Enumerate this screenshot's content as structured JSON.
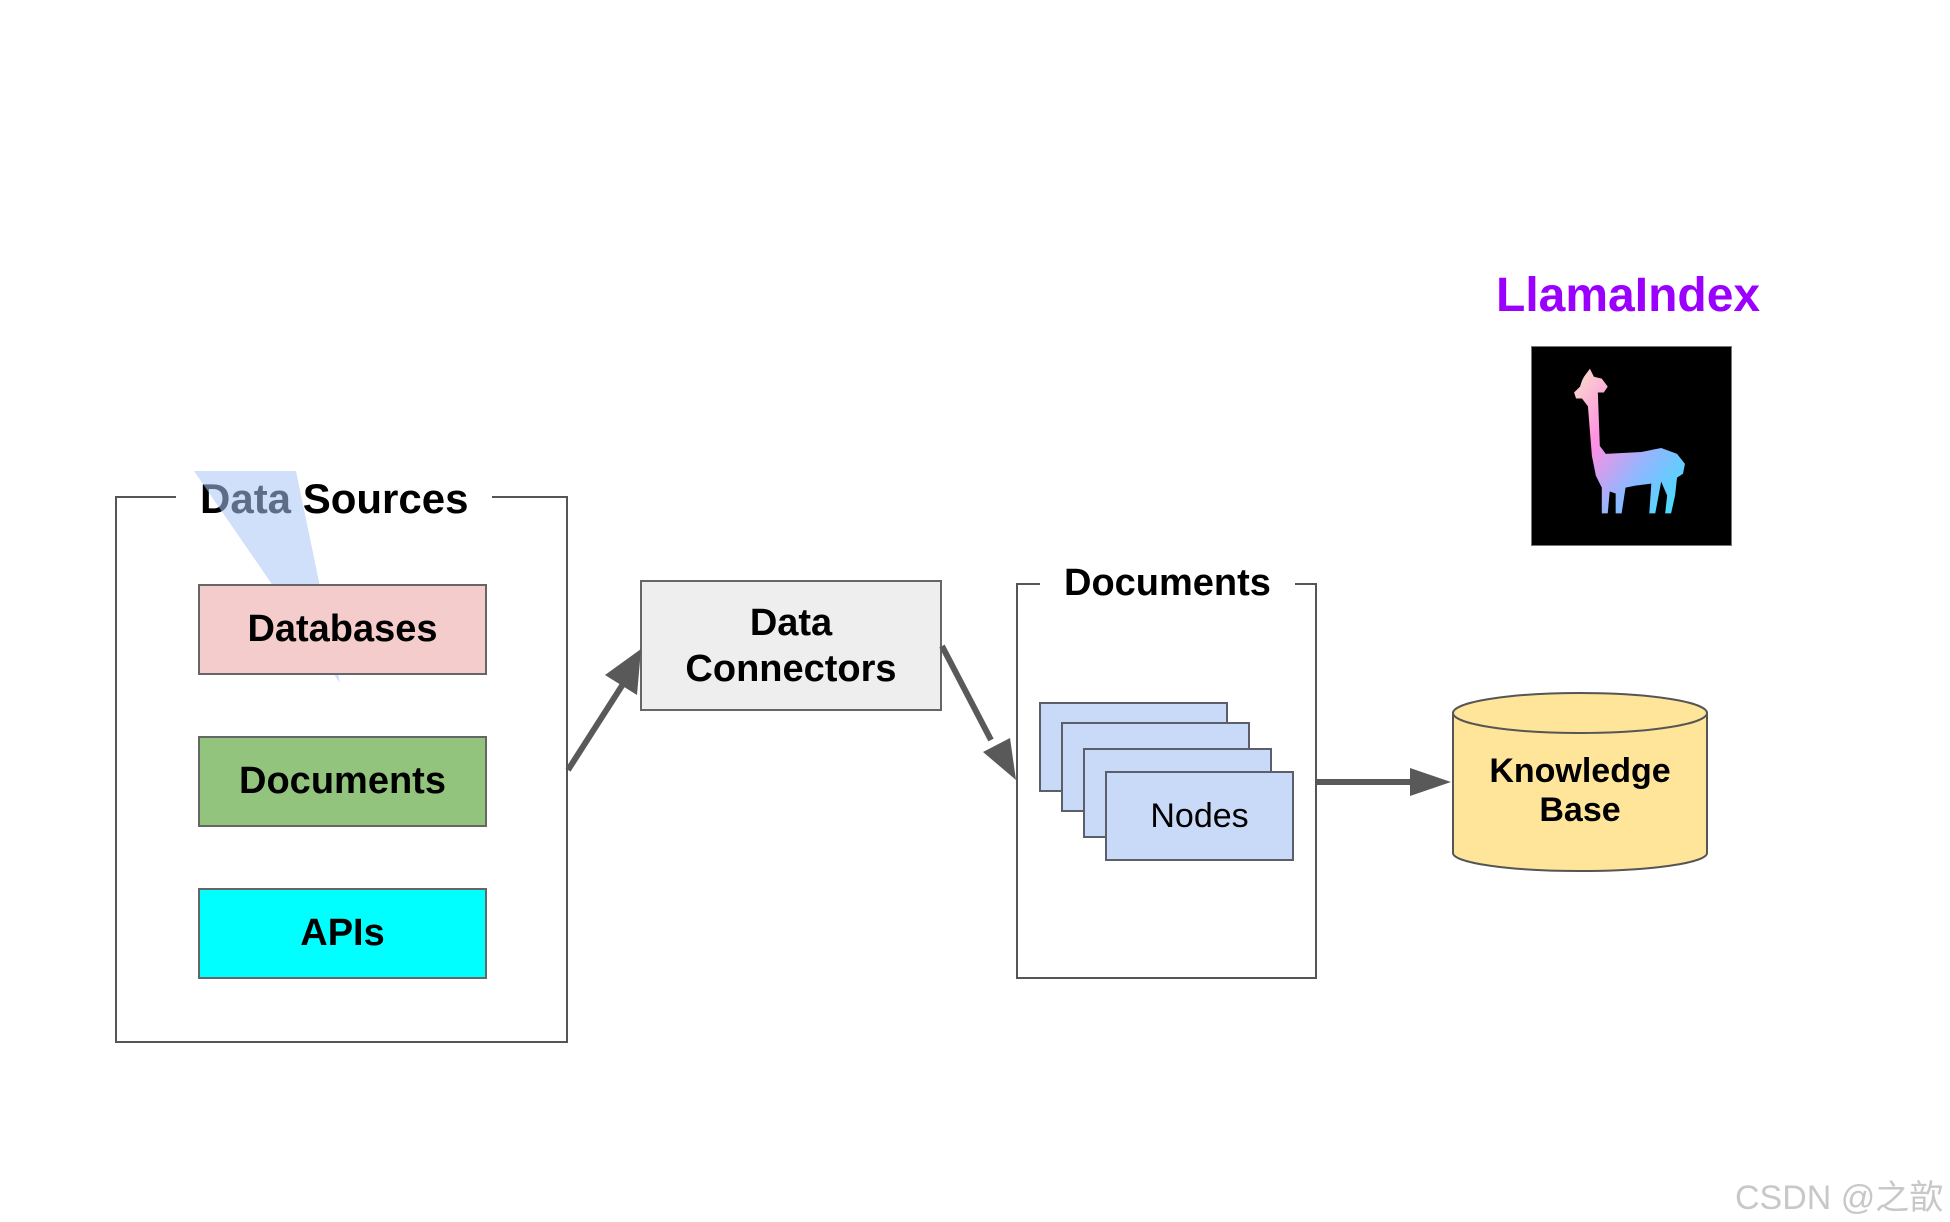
{
  "brand": {
    "title": "LlamaIndex",
    "title_color": "#9b00ff"
  },
  "data_sources": {
    "title": "Data Sources",
    "items": [
      {
        "label": "Databases",
        "color": "#f4cccc"
      },
      {
        "label": "Documents",
        "color": "#93c47d"
      },
      {
        "label": "APIs",
        "color": "#00ffff"
      }
    ]
  },
  "connectors": {
    "line1": "Data",
    "line2": "Connectors",
    "color": "#eeeeee"
  },
  "documents_group": {
    "title": "Documents",
    "node_label": "Nodes",
    "node_color": "#c9daf8"
  },
  "knowledge_base": {
    "line1": "Knowledge",
    "line2": "Base",
    "color": "#ffe599"
  },
  "icons": [
    "llama-logo-icon",
    "arrow-icon"
  ],
  "watermark": "CSDN @之歆"
}
